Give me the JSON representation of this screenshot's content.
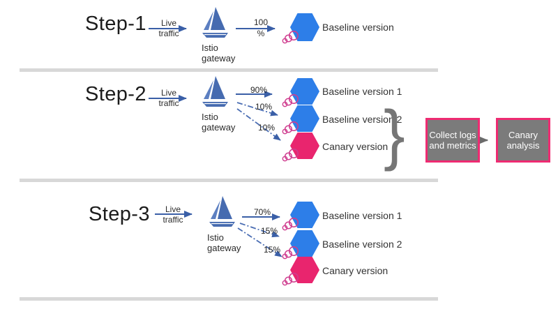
{
  "colors": {
    "baseline_hexagon": "#2d7ee8",
    "canary_hexagon": "#e9256e",
    "istio_blue": "#466bb0",
    "arrow_blue": "#3a5fa7",
    "box_gray": "#7b7b7b",
    "box_border_pink": "#ee2b72",
    "rings_pink": "#cf3d8f",
    "divider_gray": "#d8d8d8"
  },
  "steps": [
    {
      "label": "Step-1",
      "traffic": {
        "line1": "Live",
        "line2": "traffic"
      },
      "gateway": {
        "line1": "Istio",
        "line2": "gateway"
      },
      "routes": [
        {
          "percent_line1": "100",
          "percent_line2": "%",
          "target": "Baseline version",
          "version": "baseline",
          "arrow": "solid"
        }
      ]
    },
    {
      "label": "Step-2",
      "traffic": {
        "line1": "Live",
        "line2": "traffic"
      },
      "gateway": {
        "line1": "Istio",
        "line2": "gateway"
      },
      "routes": [
        {
          "percent": "90%",
          "target": "Baseline version 1",
          "version": "baseline",
          "arrow": "solid"
        },
        {
          "percent": "10%",
          "target": "Baseline version 2",
          "version": "baseline",
          "arrow": "dashed"
        },
        {
          "percent": "10%",
          "target": "Canary version",
          "version": "canary",
          "arrow": "dashed"
        }
      ],
      "analysis": {
        "brace": "}",
        "collect_label": "Collect logs and metrics",
        "analysis_label": "Canary analysis"
      }
    },
    {
      "label": "Step-3",
      "traffic": {
        "line1": "Live",
        "line2": "traffic"
      },
      "gateway": {
        "line1": "Istio",
        "line2": "gateway"
      },
      "routes": [
        {
          "percent": "70%",
          "target": "Baseline version 1",
          "version": "baseline",
          "arrow": "solid"
        },
        {
          "percent": "15%",
          "target": "Baseline version 2",
          "version": "baseline",
          "arrow": "dashed"
        },
        {
          "percent": "15%",
          "target": "Canary version",
          "version": "canary",
          "arrow": "dashed"
        }
      ]
    }
  ]
}
